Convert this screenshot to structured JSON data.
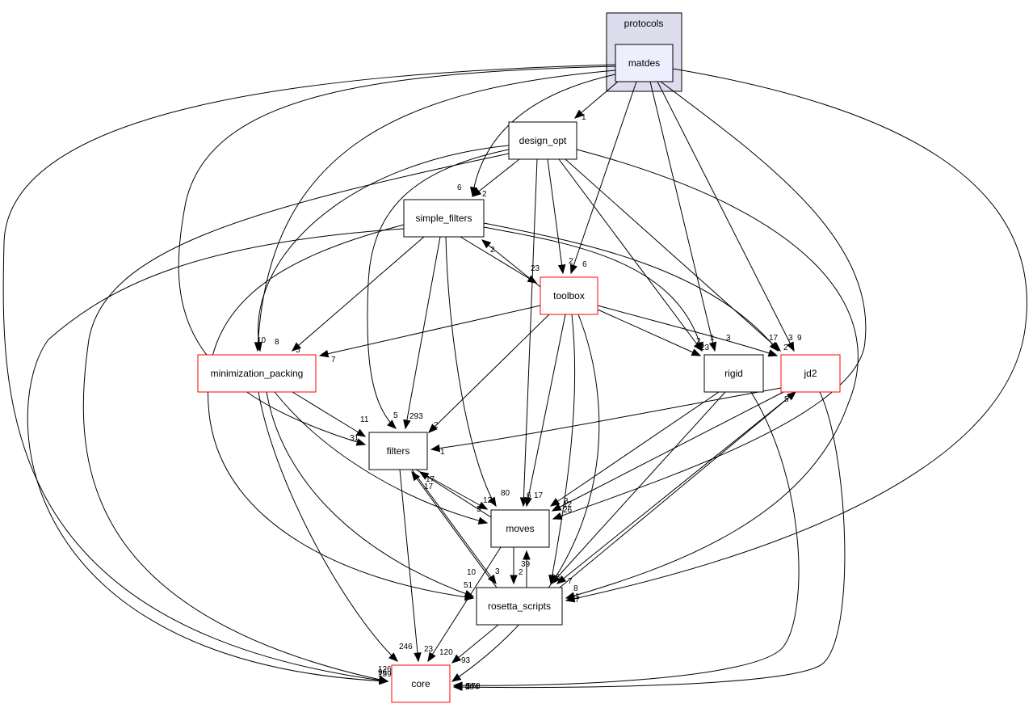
{
  "cluster": {
    "label": "protocols",
    "fill": "#ddddee",
    "stroke": "#000000"
  },
  "focus_node": {
    "id": "matdes",
    "label": "matdes",
    "fill": "#eeeeff"
  },
  "nodes": [
    {
      "id": "matdes",
      "label": "matdes",
      "border": "#000000",
      "focus": true
    },
    {
      "id": "design_opt",
      "label": "design_opt",
      "border": "#000000"
    },
    {
      "id": "simple_filters",
      "label": "simple_filters",
      "border": "#000000"
    },
    {
      "id": "toolbox",
      "label": "toolbox",
      "border": "#ff0000"
    },
    {
      "id": "minimization_packing",
      "label": "minimization_packing",
      "border": "#ff0000"
    },
    {
      "id": "rigid",
      "label": "rigid",
      "border": "#000000"
    },
    {
      "id": "jd2",
      "label": "jd2",
      "border": "#ff0000"
    },
    {
      "id": "filters",
      "label": "filters",
      "border": "#000000"
    },
    {
      "id": "moves",
      "label": "moves",
      "border": "#000000"
    },
    {
      "id": "rosetta_scripts",
      "label": "rosetta_scripts",
      "border": "#000000"
    },
    {
      "id": "core",
      "label": "core",
      "border": "#ff0000"
    }
  ],
  "edges": [
    {
      "from": "matdes",
      "to": "design_opt",
      "label": "1"
    },
    {
      "from": "matdes",
      "to": "simple_filters",
      "label": "6"
    },
    {
      "from": "matdes",
      "to": "toolbox",
      "label": "6"
    },
    {
      "from": "matdes",
      "to": "minimization_packing",
      "label": "10"
    },
    {
      "from": "matdes",
      "to": "rigid",
      "label": "3"
    },
    {
      "from": "matdes",
      "to": "jd2",
      "label": "9"
    },
    {
      "from": "matdes",
      "to": "filters",
      "label": "31"
    },
    {
      "from": "matdes",
      "to": "moves",
      "label": "26"
    },
    {
      "from": "matdes",
      "to": "rosetta_scripts",
      "label": "1"
    },
    {
      "from": "matdes",
      "to": "core",
      "label": "1268"
    },
    {
      "from": "design_opt",
      "to": "simple_filters",
      "label": "2"
    },
    {
      "from": "design_opt",
      "to": "toolbox",
      "label": "2"
    },
    {
      "from": "design_opt",
      "to": "minimization_packing",
      "label": "8"
    },
    {
      "from": "design_opt",
      "to": "rigid",
      "label": "2"
    },
    {
      "from": "design_opt",
      "to": "jd2",
      "label": "3"
    },
    {
      "from": "design_opt",
      "to": "filters",
      "label": "5"
    },
    {
      "from": "design_opt",
      "to": "moves",
      "label": "6"
    },
    {
      "from": "design_opt",
      "to": "rosetta_scripts",
      "label": "7"
    },
    {
      "from": "design_opt",
      "to": "core",
      "label": "96"
    },
    {
      "from": "simple_filters",
      "to": "toolbox",
      "label": "23"
    },
    {
      "from": "simple_filters",
      "to": "minimization_packing",
      "label": "5"
    },
    {
      "from": "simple_filters",
      "to": "rigid",
      "label": "1"
    },
    {
      "from": "simple_filters",
      "to": "jd2",
      "label": "17"
    },
    {
      "from": "simple_filters",
      "to": "filters",
      "label": "293"
    },
    {
      "from": "simple_filters",
      "to": "moves",
      "label": "80"
    },
    {
      "from": "simple_filters",
      "to": "rosetta_scripts",
      "label": "51"
    },
    {
      "from": "simple_filters",
      "to": "core",
      "label": "1590"
    },
    {
      "from": "toolbox",
      "to": "simple_filters",
      "label": "2"
    },
    {
      "from": "toolbox",
      "to": "minimization_packing",
      "label": "7"
    },
    {
      "from": "toolbox",
      "to": "rigid",
      "label": "23"
    },
    {
      "from": "toolbox",
      "to": "jd2",
      "label": "2"
    },
    {
      "from": "toolbox",
      "to": "filters",
      "label": "2"
    },
    {
      "from": "toolbox",
      "to": "moves",
      "label": "17"
    },
    {
      "from": "toolbox",
      "to": "rosetta_scripts",
      "label": "16"
    },
    {
      "from": "toolbox",
      "to": "core",
      "label": "578"
    },
    {
      "from": "minimization_packing",
      "to": "filters",
      "label": "11"
    },
    {
      "from": "minimization_packing",
      "to": "moves",
      "label": "5"
    },
    {
      "from": "minimization_packing",
      "to": "rosetta_scripts",
      "label": "10"
    },
    {
      "from": "minimization_packing",
      "to": "core",
      "label": "246"
    },
    {
      "from": "rigid",
      "to": "moves",
      "label": "12"
    },
    {
      "from": "rigid",
      "to": "rosetta_scripts",
      "label": "7"
    },
    {
      "from": "rigid",
      "to": "core",
      "label": "204"
    },
    {
      "from": "jd2",
      "to": "filters",
      "label": "1"
    },
    {
      "from": "jd2",
      "to": "moves",
      "label": "3"
    },
    {
      "from": "jd2",
      "to": "rosetta_scripts",
      "label": "8"
    },
    {
      "from": "jd2",
      "to": "core",
      "label": "84"
    },
    {
      "from": "filters",
      "to": "moves",
      "label": "12"
    },
    {
      "from": "filters",
      "to": "rosetta_scripts",
      "label": "3"
    },
    {
      "from": "filters",
      "to": "core",
      "label": "23"
    },
    {
      "from": "moves",
      "to": "filters",
      "label": "17"
    },
    {
      "from": "moves",
      "to": "rosetta_scripts",
      "label": "2"
    },
    {
      "from": "moves",
      "to": "core",
      "label": "120"
    },
    {
      "from": "rosetta_scripts",
      "to": "filters",
      "label": "17"
    },
    {
      "from": "rosetta_scripts",
      "to": "moves",
      "label": "39"
    },
    {
      "from": "rosetta_scripts",
      "to": "jd2",
      "label": "5"
    },
    {
      "from": "rosetta_scripts",
      "to": "core",
      "label": "93"
    }
  ]
}
